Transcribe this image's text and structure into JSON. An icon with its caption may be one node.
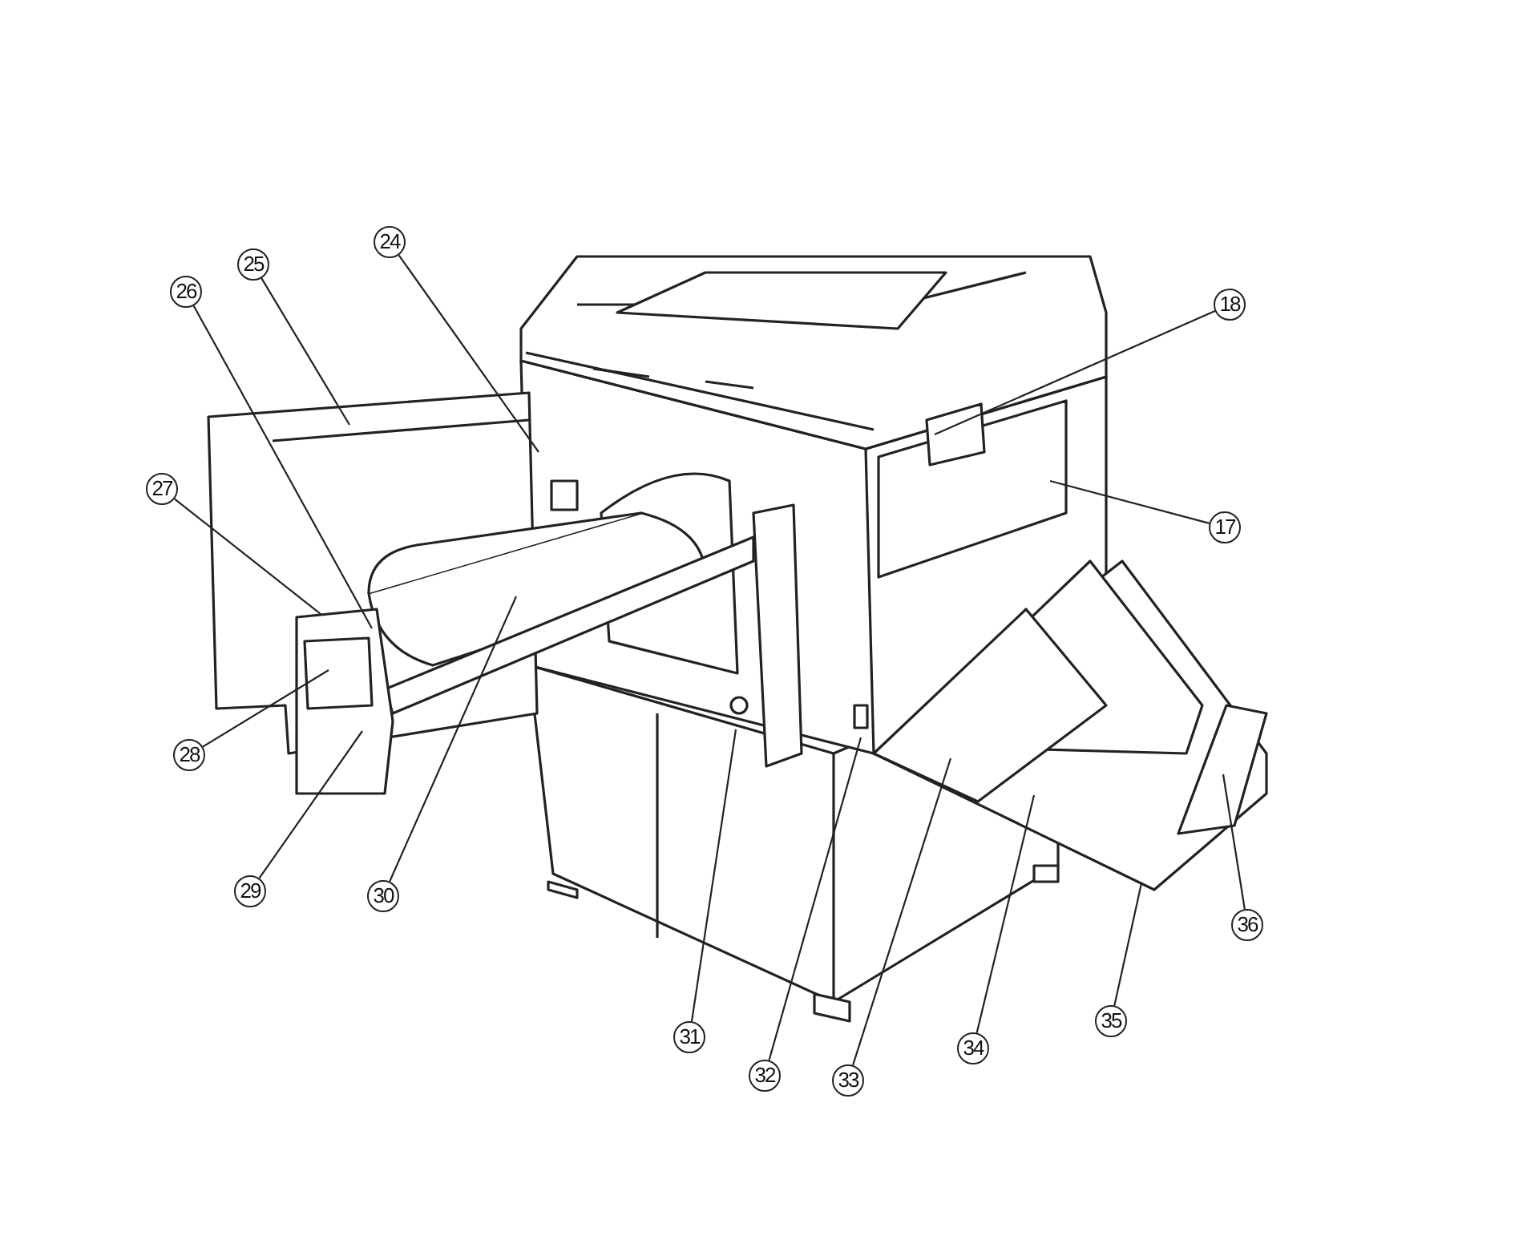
{
  "diagram": {
    "nodes": [
      {
        "text": [
          "24"
        ]
      },
      {
        "text": [
          "25"
        ]
      },
      {
        "text": [
          "26"
        ]
      },
      {
        "text": [
          "27"
        ]
      },
      {
        "text": [
          "18"
        ]
      },
      {
        "text": [
          "17"
        ]
      },
      {
        "text": [
          "28"
        ]
      },
      {
        "text": [
          "29"
        ]
      },
      {
        "text": [
          "30"
        ]
      },
      {
        "text": [
          "31"
        ]
      },
      {
        "text": [
          "32"
        ]
      },
      {
        "text": [
          "33"
        ]
      },
      {
        "text": [
          "34"
        ]
      },
      {
        "text": [
          "35"
        ]
      },
      {
        "text": [
          "36"
        ]
      }
    ],
    "edges": [
      {
        "from": 0,
        "to": null,
        "arrow": "none"
      },
      {
        "from": 1,
        "to": null,
        "arrow": "none"
      },
      {
        "from": 2,
        "to": null,
        "arrow": "none"
      },
      {
        "from": 3,
        "to": null,
        "arrow": "none"
      },
      {
        "from": 4,
        "to": null,
        "arrow": "none"
      },
      {
        "from": 5,
        "to": null,
        "arrow": "none"
      },
      {
        "from": 6,
        "to": null,
        "arrow": "none"
      },
      {
        "from": 7,
        "to": null,
        "arrow": "none"
      },
      {
        "from": 8,
        "to": null,
        "arrow": "none"
      },
      {
        "from": 9,
        "to": null,
        "arrow": "none"
      },
      {
        "from": 10,
        "to": null,
        "arrow": "none"
      },
      {
        "from": 11,
        "to": null,
        "arrow": "none"
      },
      {
        "from": 12,
        "to": null,
        "arrow": "none"
      },
      {
        "from": 13,
        "to": null,
        "arrow": "none"
      },
      {
        "from": 14,
        "to": null,
        "arrow": "none"
      }
    ]
  }
}
